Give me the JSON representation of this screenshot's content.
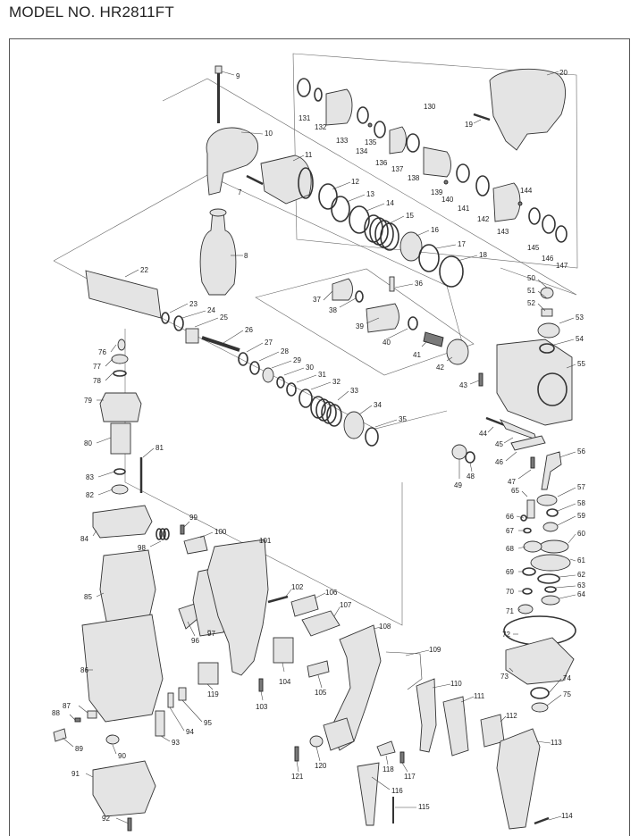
{
  "header": {
    "title": "MODEL NO. HR2811FT"
  },
  "labels": [
    "9",
    "20",
    "10",
    "11",
    "19",
    "7",
    "12",
    "13",
    "14",
    "15",
    "16",
    "17",
    "18",
    "8",
    "22",
    "23",
    "24",
    "25",
    "26",
    "27",
    "28",
    "29",
    "30",
    "31",
    "32",
    "33",
    "34",
    "35",
    "36",
    "37",
    "38",
    "39",
    "40",
    "41",
    "42",
    "43",
    "44",
    "45",
    "46",
    "47",
    "48",
    "49",
    "50",
    "51",
    "52",
    "53",
    "54",
    "55",
    "56",
    "57",
    "58",
    "59",
    "60",
    "61",
    "62",
    "63",
    "64",
    "65",
    "66",
    "67",
    "68",
    "69",
    "70",
    "71",
    "72",
    "73",
    "74",
    "75",
    "76",
    "77",
    "78",
    "79",
    "80",
    "81",
    "82",
    "83",
    "84",
    "85",
    "86",
    "87",
    "88",
    "89",
    "90",
    "91",
    "92",
    "93",
    "94",
    "95",
    "96",
    "97",
    "98",
    "99",
    "100",
    "101",
    "102",
    "103",
    "104",
    "105",
    "106",
    "107",
    "108",
    "109",
    "110",
    "111",
    "112",
    "113",
    "114",
    "115",
    "116",
    "117",
    "118",
    "119",
    "120",
    "121",
    "130",
    "131",
    "132",
    "133",
    "134",
    "135",
    "136",
    "137",
    "138",
    "139",
    "140",
    "141",
    "142",
    "143",
    "144",
    "145",
    "146",
    "147"
  ]
}
